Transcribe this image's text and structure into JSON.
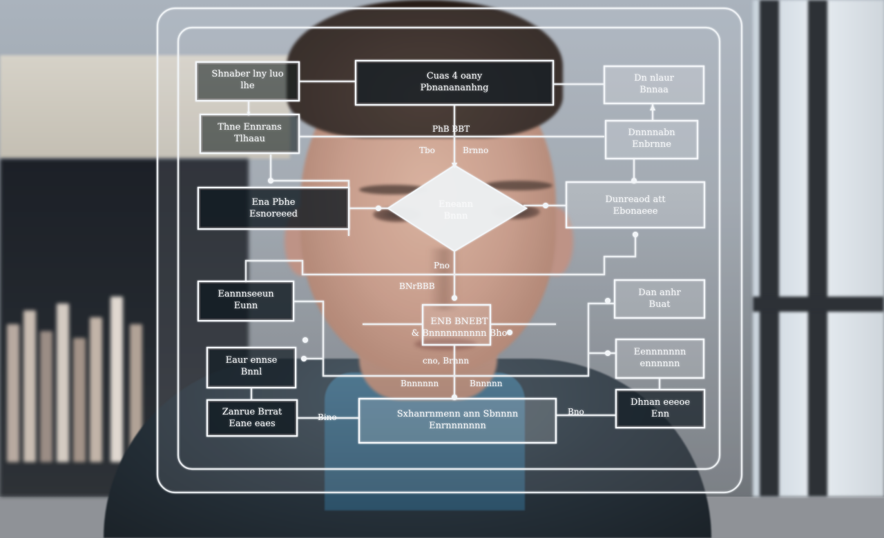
{
  "scene": {
    "description_colors": {
      "panel_line": "#f2f5f8",
      "panel_box_fill": "rgba(20,25,32,0.55)",
      "decision_fill": "#e9ecef"
    }
  },
  "diagram": {
    "nodes": [
      {
        "id": "n1",
        "line1": "Shnaber lny luo",
        "line2": "lhe"
      },
      {
        "id": "n2",
        "line1": "Cuas 4 oany",
        "line2": "Pbnanananhng"
      },
      {
        "id": "n3",
        "line1": "Dn nlaur",
        "line2": "Bnnaa"
      },
      {
        "id": "n4",
        "line1": "Thne Ennrans",
        "line2": "Tlhaau"
      },
      {
        "id": "n5",
        "line1": "Dnnnnabn",
        "line2": "Enbrnne"
      },
      {
        "id": "n6",
        "line1": "Ena Pbhe",
        "line2": "Esnoreeed"
      },
      {
        "id": "n7",
        "line1": "Dunreaod att",
        "line2": "Ebonaeee"
      },
      {
        "id": "n8",
        "line1": "Eannnseeun",
        "line2": "Eunn"
      },
      {
        "id": "n9",
        "line1": "Dan anhr",
        "line2": "Buat"
      },
      {
        "id": "n10",
        "line1": "Eaur ennse",
        "line2": "Bnnl"
      },
      {
        "id": "n11",
        "line1": "Eennnnnnn",
        "line2": "ennnnnn"
      },
      {
        "id": "n12",
        "line1": "Zanrue Brrat",
        "line2": "Eane eaes"
      },
      {
        "id": "n13",
        "line1": "Dhnan eeeoe",
        "line2": "Enn"
      },
      {
        "id": "n14",
        "line1": "Sxhanrnmenn ann Sbnnnn",
        "line2": "Enrnnnnnnn"
      },
      {
        "id": "decision",
        "line1": "Eneann",
        "line2": "Bnnn"
      },
      {
        "id": "center",
        "line1": "ENB BNEBT",
        "line2": "& Bnnnnnnnnnn Bho"
      }
    ],
    "edge_labels": [
      {
        "id": "e1",
        "text": "PhB BBT"
      },
      {
        "id": "e2",
        "text": "Tbo"
      },
      {
        "id": "e3",
        "text": "Brnno"
      },
      {
        "id": "e4",
        "text": "Pno"
      },
      {
        "id": "e5",
        "text": "BNrBBB"
      },
      {
        "id": "e6",
        "text": "cno, Brnnn"
      },
      {
        "id": "e7",
        "text": "Bnnnnnn"
      },
      {
        "id": "e8",
        "text": "Bnnnnn"
      },
      {
        "id": "e9",
        "text": "Bino"
      },
      {
        "id": "e10",
        "text": "Bno"
      }
    ]
  }
}
